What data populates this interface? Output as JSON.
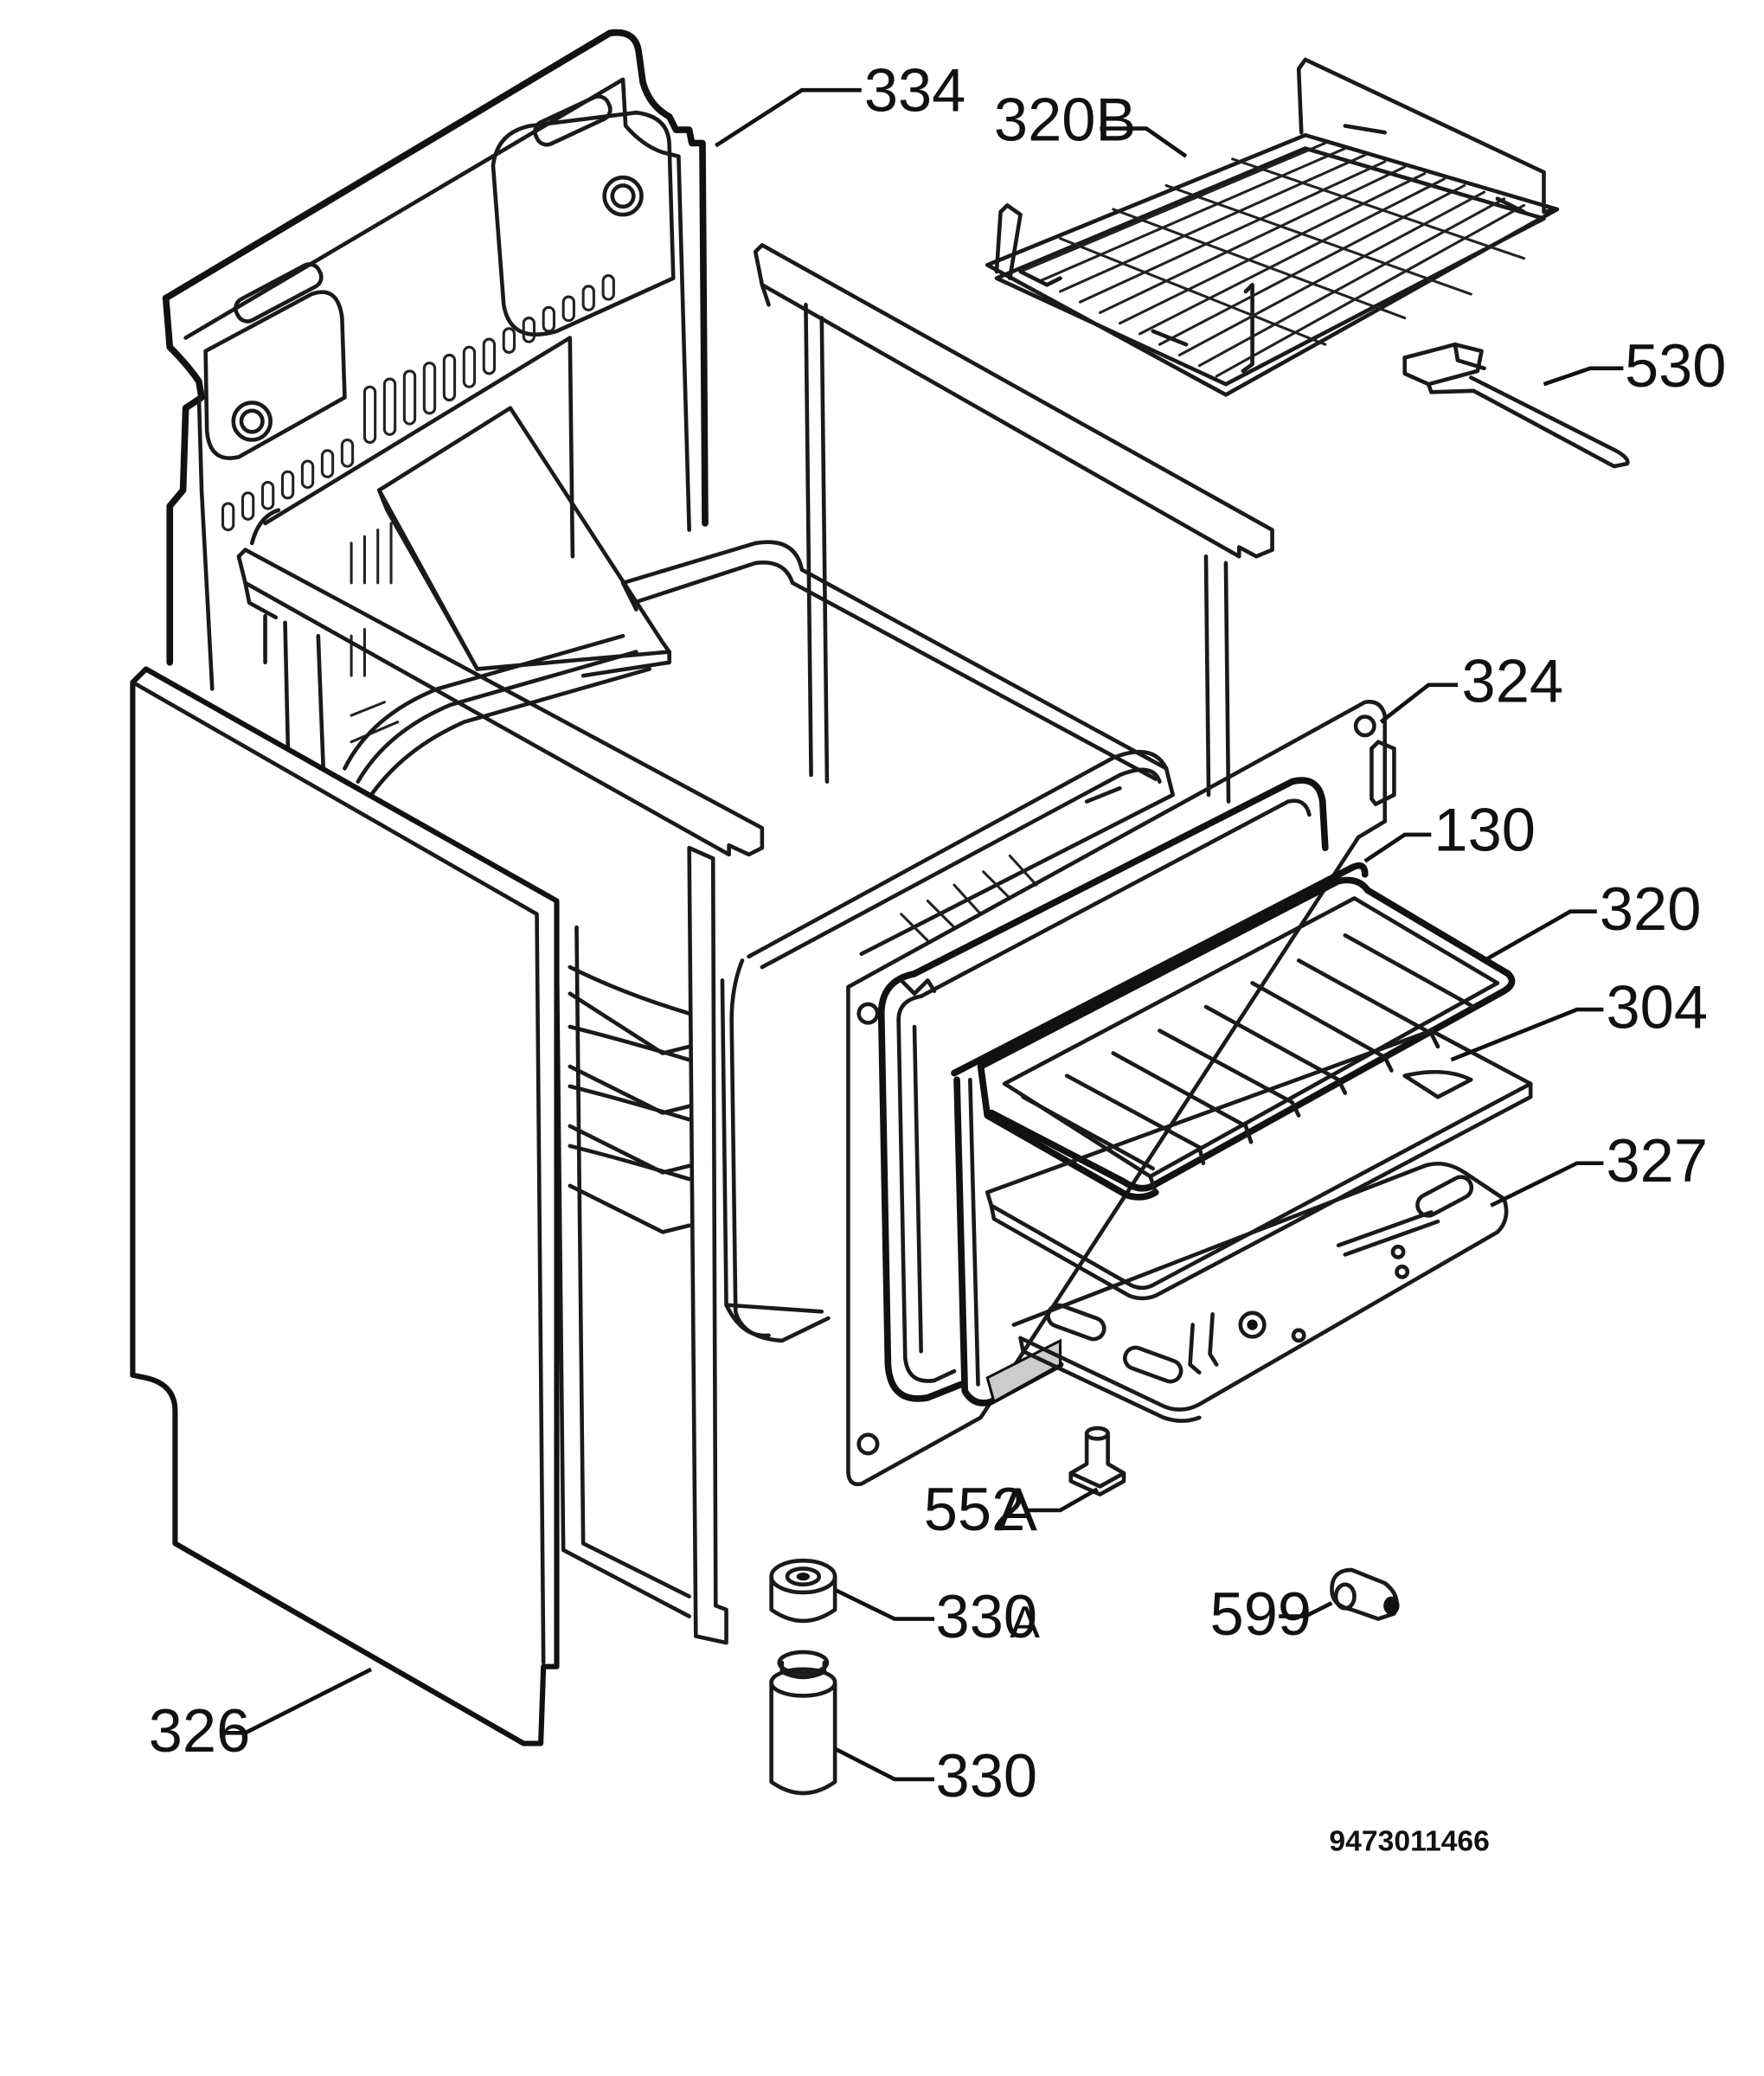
{
  "labels": {
    "p334": "334",
    "p320B": "320B",
    "p530": "530",
    "p324": "324",
    "p130": "130",
    "p320": "320",
    "p304": "304",
    "p327": "327",
    "p552A": "552",
    "p552A_suffix": "A",
    "p330A": "330",
    "p330A_suffix": "A",
    "p599": "599",
    "p326": "326",
    "p330": "330"
  },
  "document_number": "9473011466"
}
